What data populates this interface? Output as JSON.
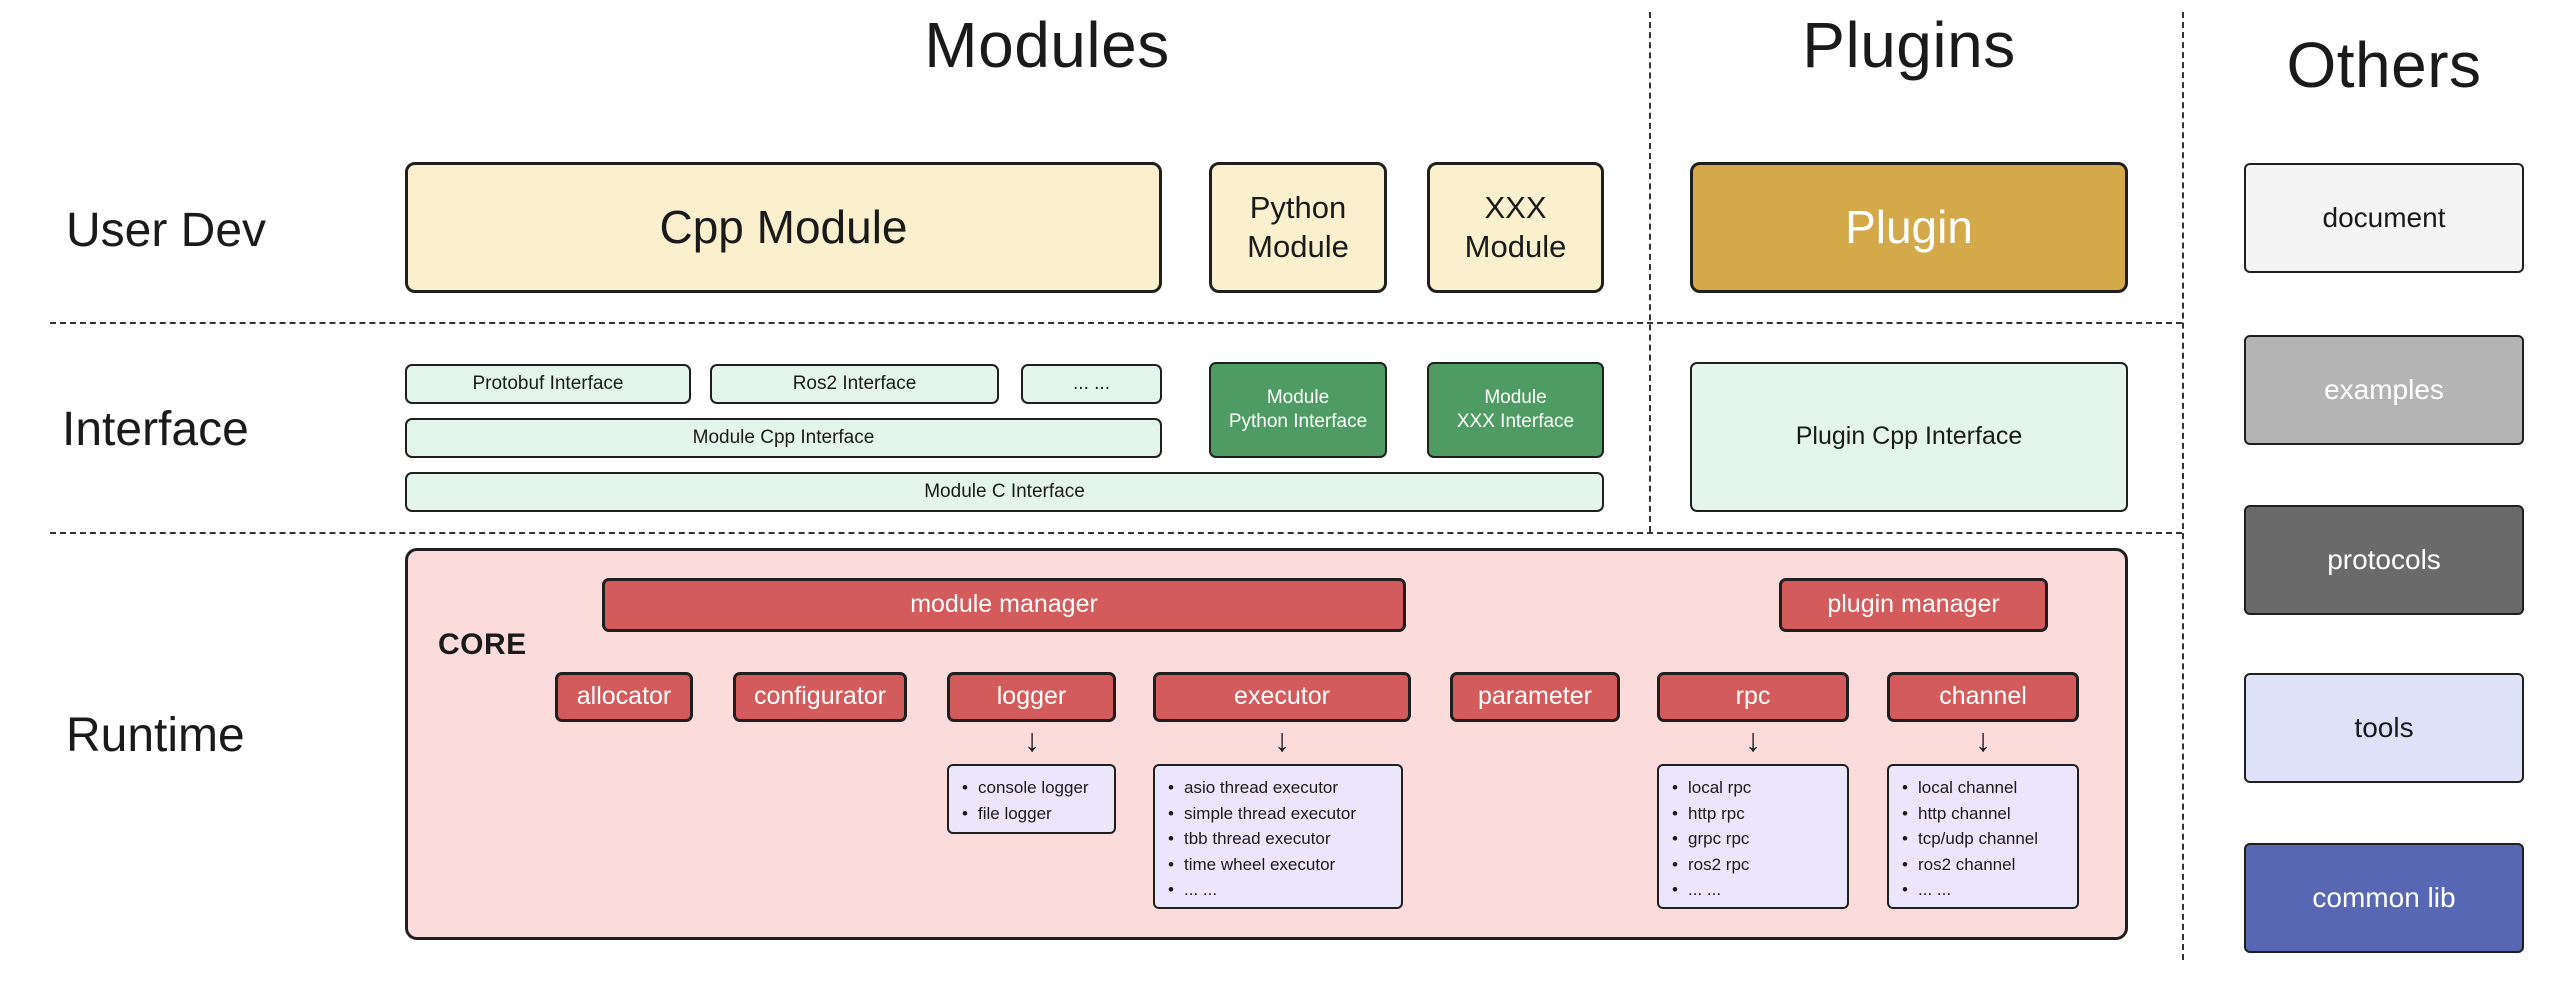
{
  "titles": {
    "modules": "Modules",
    "plugins": "Plugins",
    "others": "Others"
  },
  "row_labels": {
    "user_dev": "User Dev",
    "interface": "Interface",
    "runtime": "Runtime"
  },
  "user_dev": {
    "cpp_module": "Cpp Module",
    "python_module": "Python\nModule",
    "xxx_module": "XXX\nModule",
    "plugin": "Plugin"
  },
  "interface": {
    "protobuf": "Protobuf Interface",
    "ros2": "Ros2 Interface",
    "more": "... ...",
    "module_cpp": "Module Cpp Interface",
    "module_c": "Module C Interface",
    "module_python": "Module\nPython Interface",
    "module_xxx": "Module\nXXX Interface",
    "plugin_cpp": "Plugin Cpp Interface"
  },
  "runtime": {
    "core": "CORE",
    "module_manager": "module manager",
    "plugin_manager": "plugin manager",
    "components": [
      "allocator",
      "configurator",
      "logger",
      "executor",
      "parameter",
      "rpc",
      "channel"
    ],
    "logger_items": [
      "console logger",
      "file logger"
    ],
    "executor_items": [
      "asio thread executor",
      "simple thread executor",
      "tbb thread executor",
      "time wheel executor",
      "... ..."
    ],
    "rpc_items": [
      "local rpc",
      "http rpc",
      "grpc rpc",
      "ros2 rpc",
      "... ..."
    ],
    "channel_items": [
      "local channel",
      "http channel",
      "tcp/udp channel",
      "ros2 channel",
      "... ..."
    ]
  },
  "others": {
    "items": [
      "document",
      "examples",
      "protocols",
      "tools",
      "common lib"
    ]
  },
  "icons": {
    "down_arrow": "↓"
  },
  "colors": {
    "cream": "#fbf0cd",
    "gold": "#d3a94a",
    "light_green": "#e4f5ec",
    "dark_green": "#4e9c63",
    "pink": "#fcdbdb",
    "red": "#d45b5b",
    "lavender": "#ebe6fc",
    "others_document": "#f4f4f4",
    "others_examples": "#b4b4b4",
    "others_protocols": "#6a6a6a",
    "others_tools": "#dee2f9",
    "others_common_lib": "#5767b4",
    "border": "#1f1f1f"
  }
}
